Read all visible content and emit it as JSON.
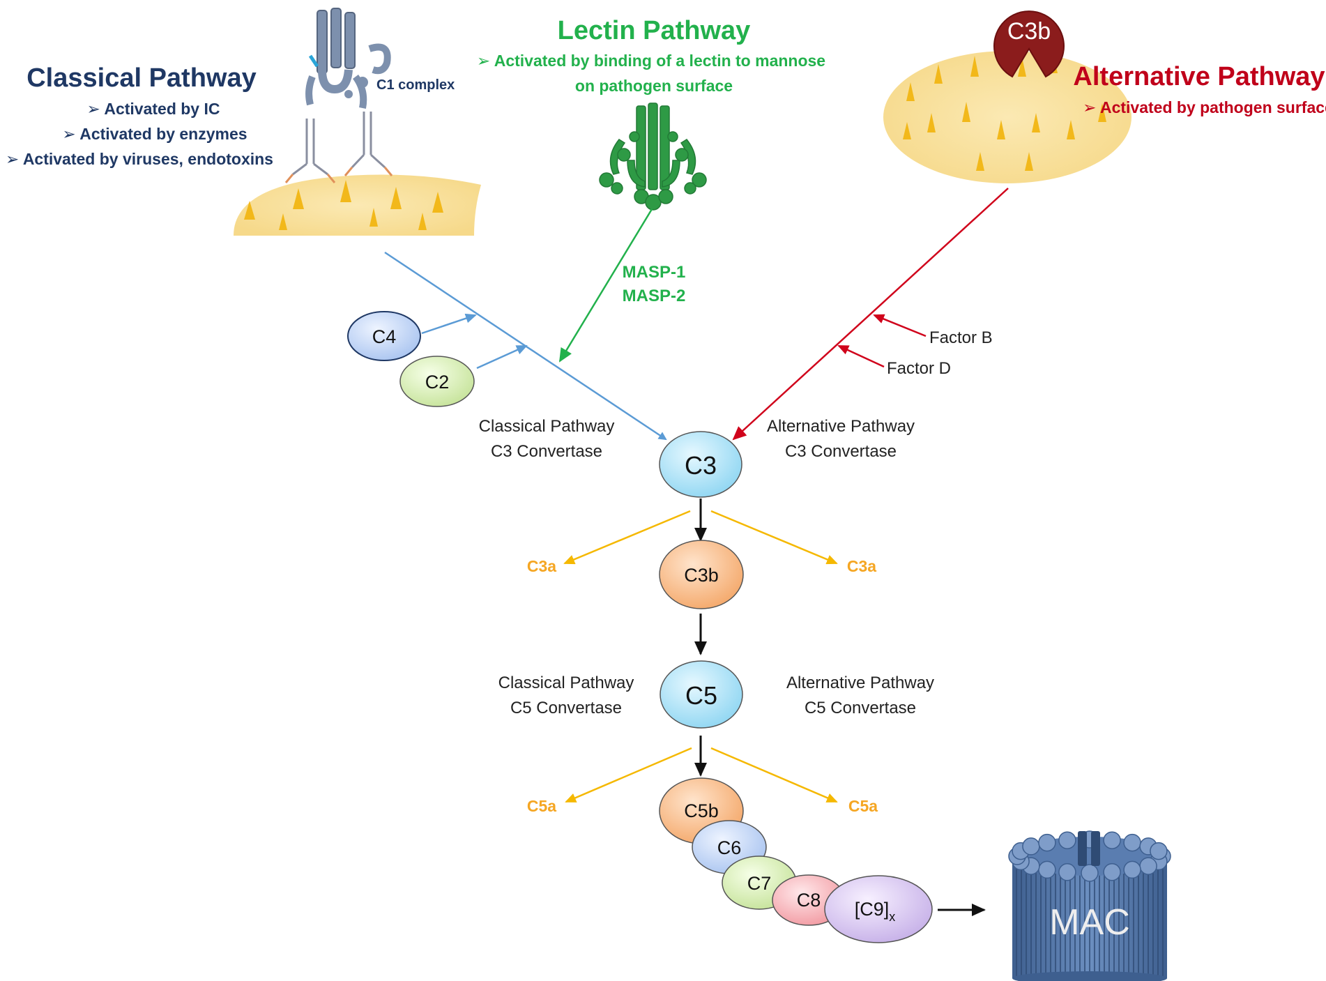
{
  "classical": {
    "title": "Classical Pathway",
    "bullets": [
      "Activated by IC",
      "Activated by enzymes",
      "Activated by viruses, endotoxins"
    ],
    "c1_label": "C1 complex",
    "c3_convertase": [
      "Classical Pathway",
      "C3 Convertase"
    ],
    "c5_convertase": [
      "Classical Pathway",
      "C5 Convertase"
    ]
  },
  "lectin": {
    "title": "Lectin Pathway",
    "bullets": [
      "Activated by binding of a lectin to mannose",
      "on pathogen surface"
    ],
    "enzymes": [
      "MASP-1",
      "MASP-2"
    ]
  },
  "alternative": {
    "title": "Alternative Pathway",
    "bullet": "Activated by pathogen surface",
    "badge": "C3b",
    "factors": [
      "Factor B",
      "Factor D"
    ],
    "c3_convertase": [
      "Alternative Pathway",
      "C3 Convertase"
    ],
    "c5_convertase": [
      "Alternative Pathway",
      "C5 Convertase"
    ]
  },
  "nodes": {
    "c4": "C4",
    "c2": "C2",
    "c3": "C3",
    "c3b": "C3b",
    "c5": "C5",
    "c5b": "C5b",
    "c6": "C6",
    "c7": "C7",
    "c8": "C8",
    "c9": "[C9]",
    "c9_sub": "x",
    "mac": "MAC"
  },
  "products": {
    "c3a_left": "C3a",
    "c3a_right": "C3a",
    "c5a_left": "C5a",
    "c5a_right": "C5a"
  },
  "colors": {
    "classical": "#1f3864",
    "classical_arrow": "#5b9bd5",
    "lectin": "#22b14c",
    "alternative": "#c0001a",
    "product": "#f5a623",
    "surface": "#f7dc8f",
    "mac": "#4a6fa5"
  }
}
